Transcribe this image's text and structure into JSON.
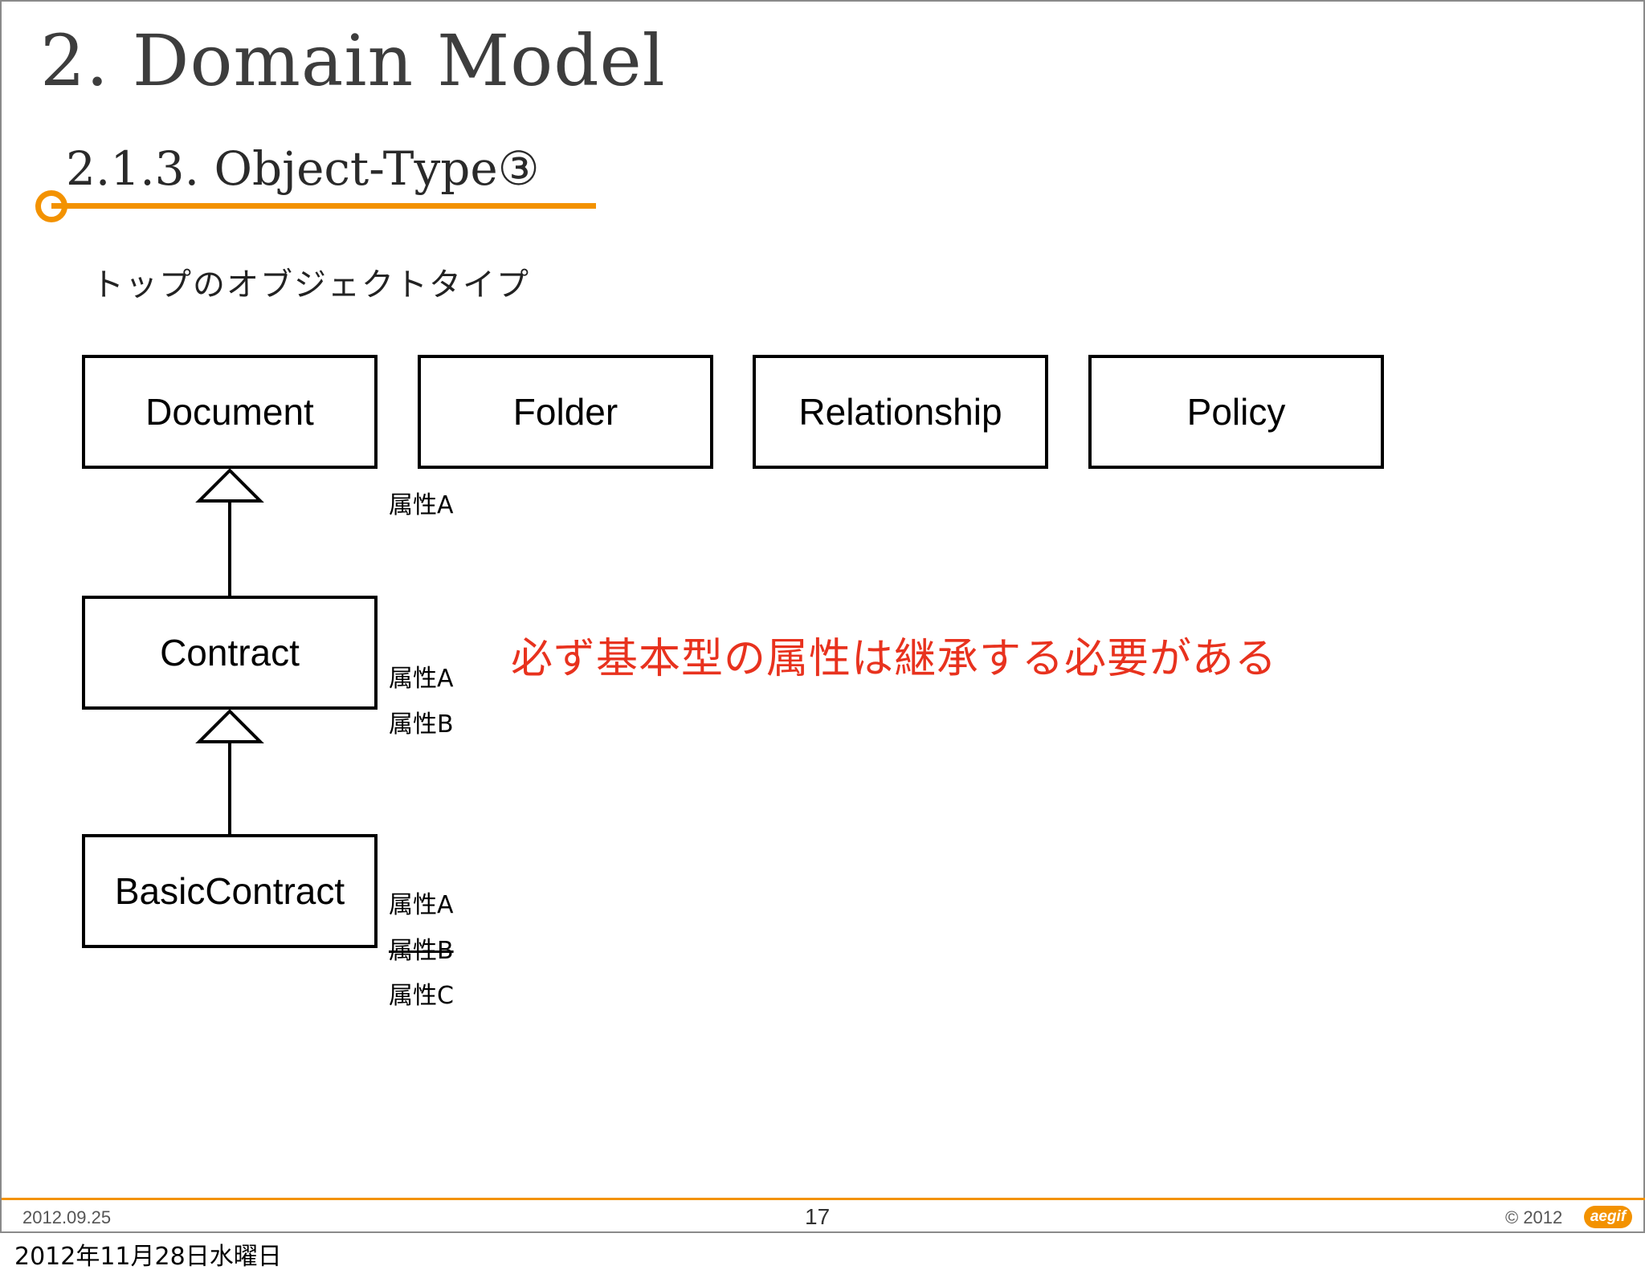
{
  "slide": {
    "title": "2. Domain Model",
    "subtitle": "2.1.3. Object-Type③",
    "caption": "トップのオブジェクトタイプ"
  },
  "diagram": {
    "top_types": [
      {
        "label": "Document"
      },
      {
        "label": "Folder"
      },
      {
        "label": "Relationship"
      },
      {
        "label": "Policy"
      }
    ],
    "contract": {
      "label": "Contract"
    },
    "basic_contract": {
      "label": "BasicContract"
    },
    "document_attrs": [
      "属性A"
    ],
    "contract_attrs": [
      "属性A",
      "属性B"
    ],
    "basic_contract_attrs": [
      "属性A",
      "属性B",
      "属性C"
    ],
    "note": "必ず基本型の属性は継承する必要がある"
  },
  "footer": {
    "date": "2012.09.25",
    "page": "17",
    "copyright": "© 2012",
    "logo": "aegif"
  },
  "bottom_date": "2012年11月28日水曜日",
  "colors": {
    "accent": "#f39200",
    "note": "#e8321e",
    "border": "#000000"
  }
}
